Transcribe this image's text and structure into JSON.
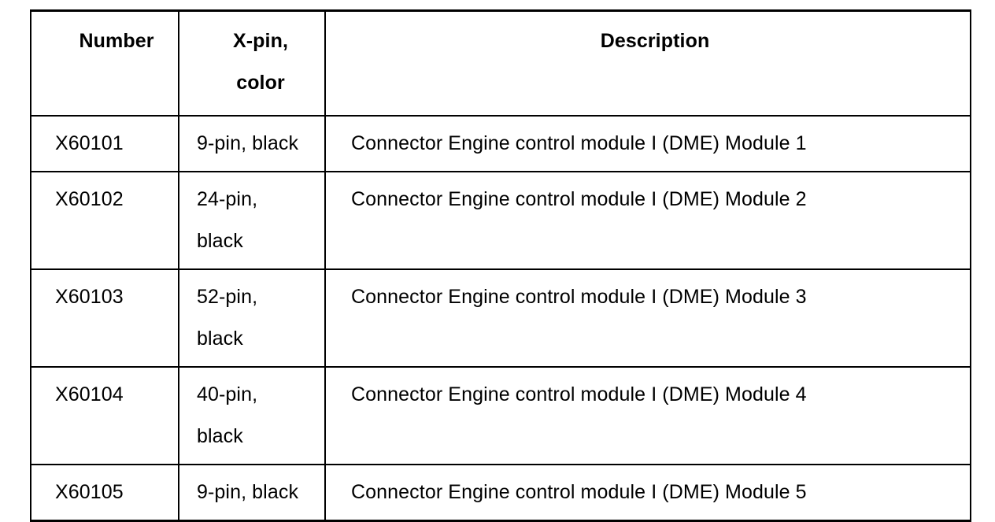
{
  "document": {
    "kind": "wiring-connector-table",
    "background_color": "#ffffff",
    "text_color": "#000000",
    "border_color": "#000000"
  },
  "table": {
    "name": "connector-list-table",
    "columns": [
      {
        "key": "number",
        "label": "Number"
      },
      {
        "key": "xpin",
        "label": "X-pin,\ncolor"
      },
      {
        "key": "description",
        "label": "Description"
      }
    ],
    "rows": [
      {
        "number": "X60101",
        "xpin": "9-pin, black",
        "description": "Connector Engine control module I (DME) Module 1"
      },
      {
        "number": "X60102",
        "xpin": "24-pin,\nblack",
        "description": "Connector Engine control module I (DME) Module 2"
      },
      {
        "number": "X60103",
        "xpin": "52-pin,\nblack",
        "description": "Connector Engine control module I (DME) Module 3"
      },
      {
        "number": "X60104",
        "xpin": "40-pin,\nblack",
        "description": "Connector Engine control module I (DME) Module 4"
      },
      {
        "number": "X60105",
        "xpin": "9-pin, black",
        "description": "Connector Engine control module I (DME) Module 5"
      }
    ]
  }
}
